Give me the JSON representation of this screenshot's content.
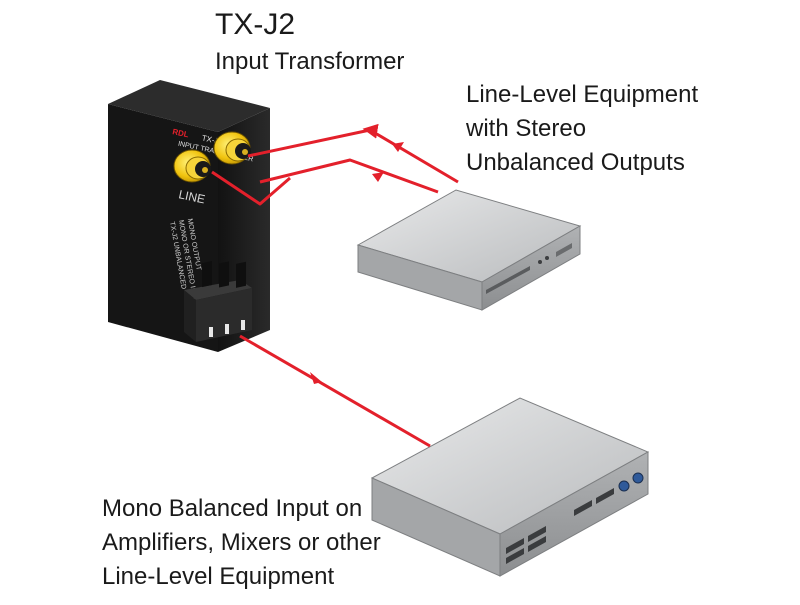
{
  "device": {
    "title": "TX-J2",
    "subtitle": "Input Transformer",
    "panel_model": "TX-J2",
    "panel_heading": "INPUT TRANSFORMER",
    "panel_brand": "RDL",
    "panel_line": "LINE",
    "panel_desc": [
      "TX-J2 UNBALANCED",
      "MONO OR STEREO INPUT",
      "MONO OUTPUT"
    ]
  },
  "source_label": {
    "lines": [
      "Line-Level Equipment",
      "with Stereo",
      "Unbalanced Outputs"
    ]
  },
  "destination_label": {
    "lines": [
      "Mono Balanced Input on",
      "Amplifiers, Mixers or other",
      "Line-Level Equipment"
    ]
  },
  "colors": {
    "cable": "#e3202b",
    "device_body": "#1e1e1e",
    "rca_gold": "#f1c40f",
    "equipment": "#c9cbcd"
  }
}
